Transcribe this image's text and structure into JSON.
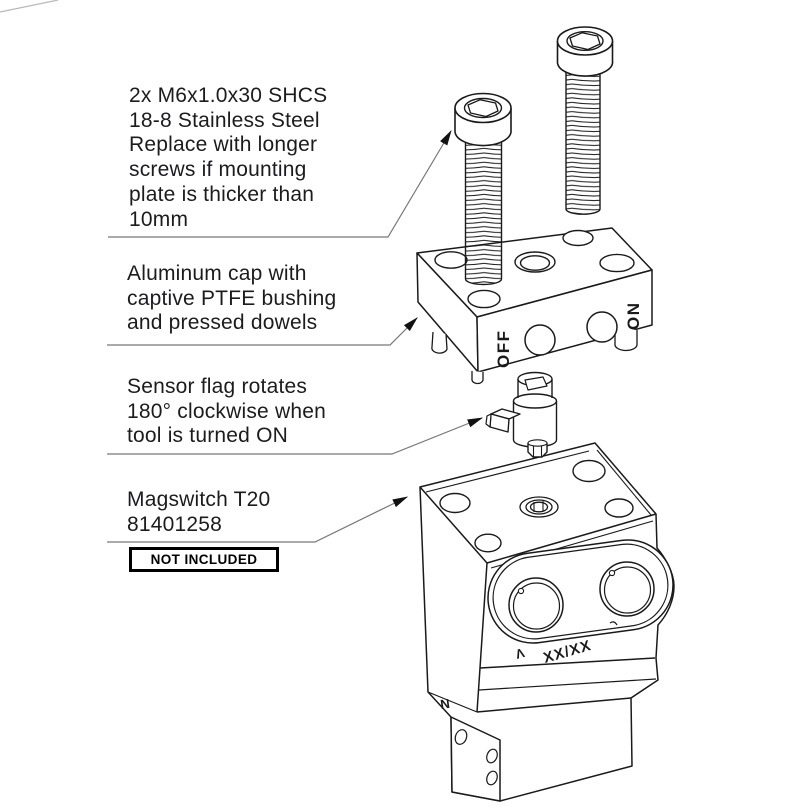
{
  "callouts": {
    "screws": "2x M6x1.0x30 SHCS\n18-8 Stainless Steel\nReplace with longer\nscrews if mounting\nplate is thicker than\n10mm",
    "cap": "Aluminum cap with\ncaptive PTFE bushing\nand pressed dowels",
    "sensor_flag": "Sensor flag rotates\n180° clockwise when\ntool is turned ON",
    "magswitch": "Magswitch T20\n81401258",
    "not_included": "NOT INCLUDED"
  },
  "part_markings": {
    "cap_off": "OFF",
    "cap_on": "ON",
    "body_date_code": "XX/XX",
    "body_partial_mark": "Λ",
    "body_pole": "N"
  },
  "colors": {
    "line": "#1a1a1a",
    "leader": "#777777",
    "background": "#ffffff"
  }
}
